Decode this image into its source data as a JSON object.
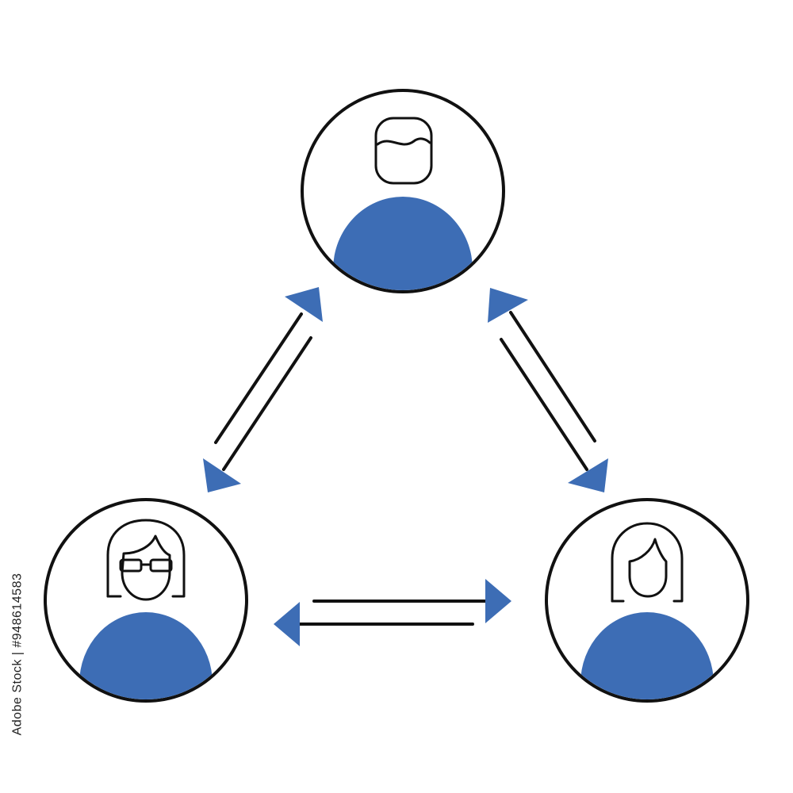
{
  "watermark": {
    "stock_id": "Adobe Stock | #948614583"
  },
  "colors": {
    "accent": "#3d6db5",
    "stroke": "#111111",
    "background": "#ffffff"
  },
  "people": [
    {
      "role": "top",
      "icon": "person-man-icon"
    },
    {
      "role": "bottom-left",
      "icon": "person-woman-glasses-icon"
    },
    {
      "role": "bottom-right",
      "icon": "person-woman-icon"
    }
  ],
  "connections": [
    {
      "from": "top",
      "to": "bottom-left",
      "direction": "bidirectional"
    },
    {
      "from": "top",
      "to": "bottom-right",
      "direction": "bidirectional"
    },
    {
      "from": "bottom-left",
      "to": "bottom-right",
      "direction": "bidirectional"
    }
  ]
}
